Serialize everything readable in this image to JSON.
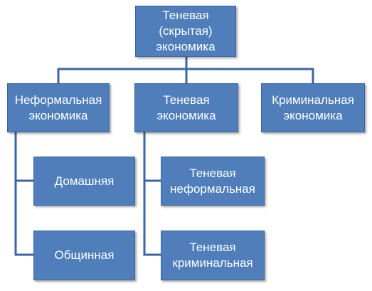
{
  "style": {
    "box_fill": "#4f7ebb",
    "box_border": "#3a679f",
    "line_color": "#3a679f",
    "text_color": "#ffffff"
  },
  "diagram": {
    "root": {
      "label": "Теневая\n(скрытая)\nэкономика"
    },
    "level1": [
      {
        "label": "Неформальная\nэкономика"
      },
      {
        "label": "Теневая\nэкономика"
      },
      {
        "label": "Криминальная\nэкономика"
      }
    ],
    "informal_children": [
      {
        "label": "Домашняя"
      },
      {
        "label": "Общинная"
      }
    ],
    "shadow_children": [
      {
        "label": "Теневая\nнеформальная"
      },
      {
        "label": "Теневая\nкриминальная"
      }
    ]
  }
}
